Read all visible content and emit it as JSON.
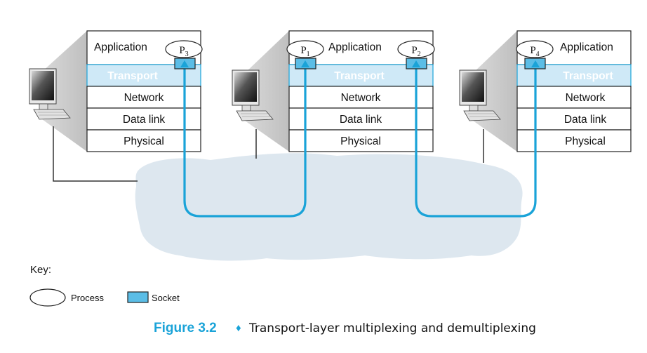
{
  "layers": {
    "application": "Application",
    "transport": "Transport",
    "network": "Network",
    "datalink": "Data link",
    "physical": "Physical"
  },
  "processes": {
    "p1": {
      "letter": "P",
      "sub": "1"
    },
    "p2": {
      "letter": "P",
      "sub": "2"
    },
    "p3": {
      "letter": "P",
      "sub": "3"
    },
    "p4": {
      "letter": "P",
      "sub": "4"
    }
  },
  "key": {
    "title": "Key:",
    "process_label": "Process",
    "socket_label": "Socket"
  },
  "caption": {
    "figure": "Figure 3.2",
    "separator": "♦",
    "text": "Transport-layer multiplexing and demultiplexing"
  },
  "colors": {
    "accent": "#1aa3d8",
    "transport_fill": "#cfe9f7",
    "socket_fill": "#5bbde6",
    "cloud": "#dde7ef"
  }
}
